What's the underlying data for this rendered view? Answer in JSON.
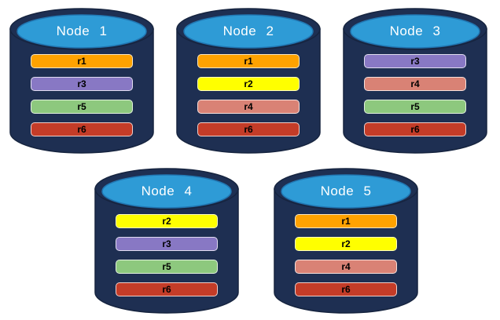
{
  "diagram": {
    "type": "database-replication-diagram",
    "nodes": [
      {
        "label": "Node 1",
        "replicas": [
          "r1",
          "r3",
          "r5",
          "r6"
        ]
      },
      {
        "label": "Node 2",
        "replicas": [
          "r1",
          "r2",
          "r4",
          "r6"
        ]
      },
      {
        "label": "Node 3",
        "replicas": [
          "r3",
          "r4",
          "r5",
          "r6"
        ]
      },
      {
        "label": "Node 4",
        "replicas": [
          "r2",
          "r3",
          "r5",
          "r6"
        ]
      },
      {
        "label": "Node 5",
        "replicas": [
          "r1",
          "r2",
          "r4",
          "r6"
        ]
      }
    ],
    "colors": {
      "cylinder_body": "#1E2F52",
      "cylinder_outline": "#16243F",
      "cylinder_top": "#2E9BD6",
      "cylinder_top_outline": "#2178B4",
      "node_label_text": "#FFFFFF",
      "replica_text": "#000000",
      "replicas": {
        "r1": "#FFA200",
        "r2": "#FFFF00",
        "r3": "#8878C4",
        "r4": "#D98275",
        "r5": "#8DC87E",
        "r6": "#C43C28"
      }
    }
  }
}
